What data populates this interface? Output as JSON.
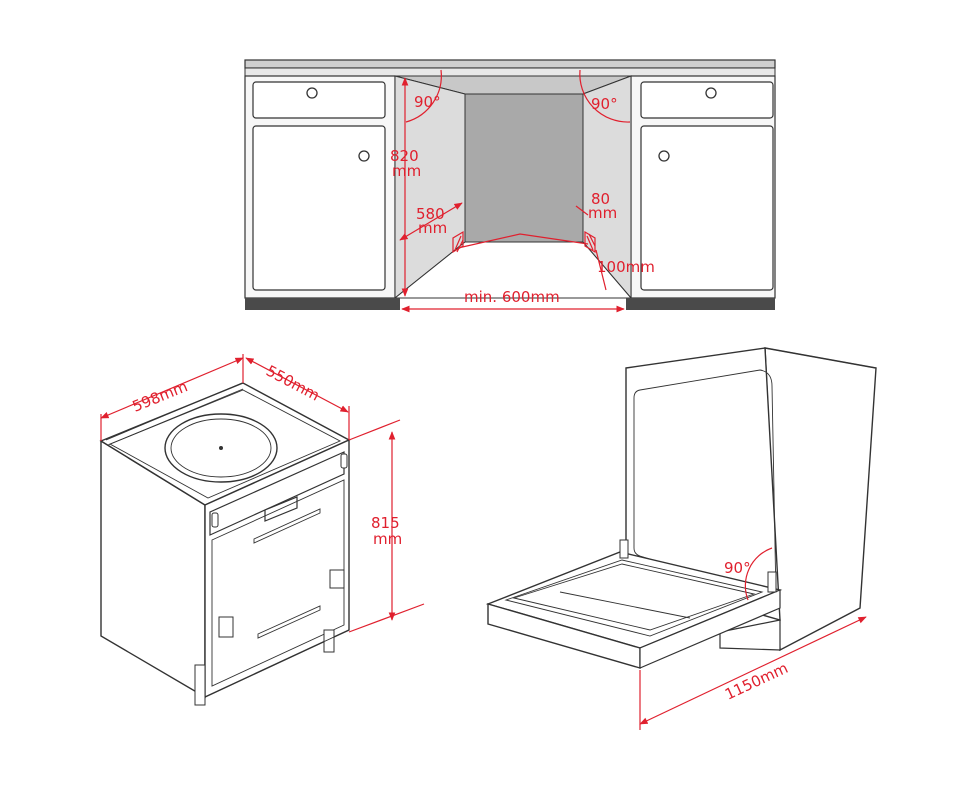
{
  "colors": {
    "dimension": "#e0202e",
    "outline": "#333333",
    "niche_back": "#a9a9a9",
    "niche_side": "#dcdcdc",
    "countertop": "#cfcfcf",
    "plinth": "#4a4a4a"
  },
  "niche": {
    "angle_left": "90°",
    "angle_right": "90°",
    "height_value": "820",
    "height_unit": "mm",
    "depth_value": "580",
    "depth_unit": "mm",
    "plinth_height_value": "80",
    "plinth_height_unit": "mm",
    "plinth_depth": "100mm",
    "width": "min. 600mm"
  },
  "appliance": {
    "width": "598mm",
    "depth": "550mm",
    "height_value": "815",
    "height_unit": "mm"
  },
  "open_door": {
    "angle": "90°",
    "total_depth": "1150mm"
  }
}
